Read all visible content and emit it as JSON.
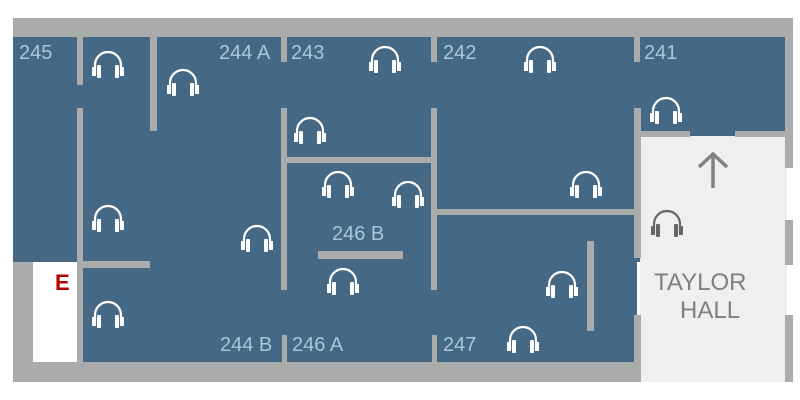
{
  "map": {
    "colors": {
      "room": "#456984",
      "wall": "#aaacab",
      "hall": "#efefef",
      "room_label": "#a9c6da",
      "hall_label": "#808080",
      "exit": "#b40000",
      "icon_light": "#ffffff",
      "icon_dark": "#666666"
    },
    "rooms": [
      {
        "id": "245",
        "label": "245"
      },
      {
        "id": "244A",
        "label": "244 A"
      },
      {
        "id": "243",
        "label": "243"
      },
      {
        "id": "242",
        "label": "242"
      },
      {
        "id": "241",
        "label": "241"
      },
      {
        "id": "246B",
        "label": "246 B"
      },
      {
        "id": "244B",
        "label": "244 B"
      },
      {
        "id": "246A",
        "label": "246 A"
      },
      {
        "id": "247",
        "label": "247"
      }
    ],
    "hall": {
      "label_line1": "TAYLOR",
      "label_line2": "HALL",
      "arrow_icon": "arrow-up-icon"
    },
    "exit": {
      "label": "E"
    },
    "icons": {
      "listening_station": "headphones-icon"
    }
  }
}
